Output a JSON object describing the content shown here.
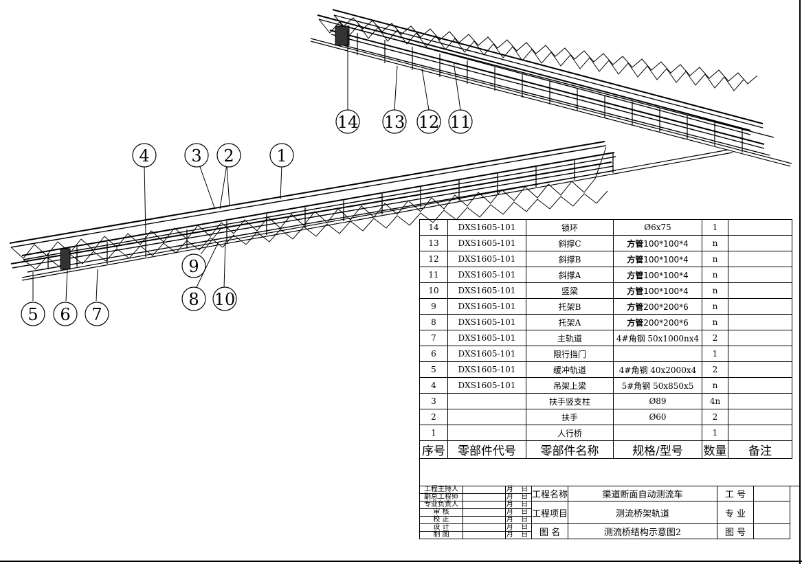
{
  "callouts": {
    "top_view": [
      "14",
      "13",
      "12",
      "11"
    ],
    "bottom_view": [
      "4",
      "3",
      "2",
      "1",
      "9",
      "8",
      "10",
      "5",
      "6",
      "7"
    ]
  },
  "parts_table": {
    "rows": [
      {
        "no": "14",
        "code": "DXS1605-101",
        "name": "锁环",
        "spec": "Ø6x75",
        "qty": "1",
        "note": ""
      },
      {
        "no": "13",
        "code": "DXS1605-101",
        "name": "斜撑C",
        "spec_bold": "方管",
        "spec_rest": "100*100*4",
        "qty": "n",
        "note": ""
      },
      {
        "no": "12",
        "code": "DXS1605-101",
        "name": "斜撑B",
        "spec_bold": "方管",
        "spec_rest": "100*100*4",
        "qty": "n",
        "note": ""
      },
      {
        "no": "11",
        "code": "DXS1605-101",
        "name": "斜撑A",
        "spec_bold": "方管",
        "spec_rest": "100*100*4",
        "qty": "n",
        "note": ""
      },
      {
        "no": "10",
        "code": "DXS1605-101",
        "name": "竖梁",
        "spec_bold": "方管",
        "spec_rest": "100*100*4",
        "qty": "n",
        "note": ""
      },
      {
        "no": "9",
        "code": "DXS1605-101",
        "name": "托架B",
        "spec_bold": "方管",
        "spec_rest": "200*200*6",
        "qty": "n",
        "note": ""
      },
      {
        "no": "8",
        "code": "DXS1605-101",
        "name": "托架A",
        "spec_bold": "方管",
        "spec_rest": "200*200*6",
        "qty": "n",
        "note": ""
      },
      {
        "no": "7",
        "code": "DXS1605-101",
        "name": "主轨道",
        "spec": "4#角钢 50x1000nx4",
        "qty": "2",
        "note": ""
      },
      {
        "no": "6",
        "code": "DXS1605-101",
        "name": "限行挡门",
        "spec": "",
        "qty": "1",
        "note": ""
      },
      {
        "no": "5",
        "code": "DXS1605-101",
        "name": "缓冲轨道",
        "spec": "4#角钢 40x2000x4",
        "qty": "2",
        "note": ""
      },
      {
        "no": "4",
        "code": "DXS1605-101",
        "name": "吊架上梁",
        "spec": "5#角钢 50x850x5",
        "qty": "n",
        "note": ""
      },
      {
        "no": "3",
        "code": "",
        "name": "扶手竖支柱",
        "spec": "Ø89",
        "qty": "4n",
        "note": ""
      },
      {
        "no": "2",
        "code": "",
        "name": "扶手",
        "spec": "Ø60",
        "qty": "2",
        "note": ""
      },
      {
        "no": "1",
        "code": "",
        "name": "人行桥",
        "spec": "",
        "qty": "1",
        "note": ""
      }
    ],
    "header": {
      "no": "序号",
      "code": "零部件代号",
      "name": "零部件名称",
      "spec": "规格/型号",
      "qty": "数量",
      "note": "备注"
    }
  },
  "title_block": {
    "roles": [
      "工程主持人",
      "副总工程师",
      "专业负责人",
      "审 核",
      "校 正",
      "设 计",
      "制 图"
    ],
    "date_label": "月 日",
    "project_name_label": "工程名称",
    "project_name": "渠道断面自动测流车",
    "project_item_label": "工程项目",
    "project_item": "测流桥架轨道",
    "drawing_name_label": "图 名",
    "drawing_name": "测流桥结构示意图2",
    "job_no_label": "工 号",
    "specialty_label": "专 业",
    "drawing_no_label": "图 号"
  }
}
